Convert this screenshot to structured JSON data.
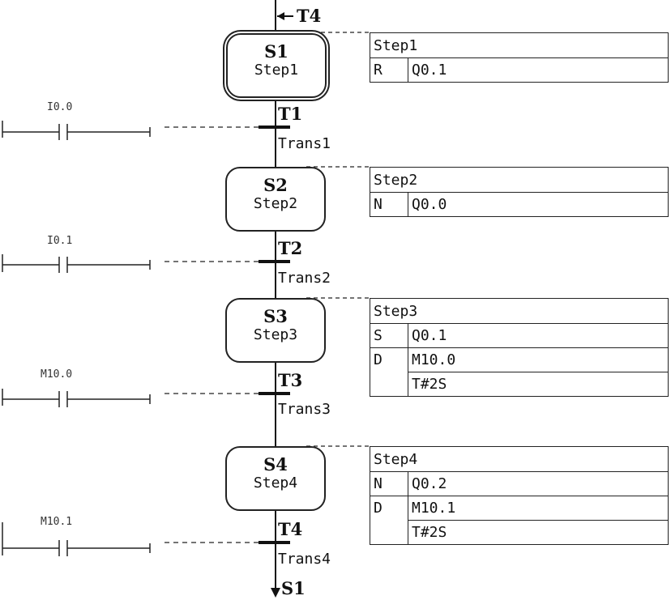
{
  "entry": {
    "label": "T4"
  },
  "exit": {
    "label": "S1"
  },
  "steps": [
    {
      "id": "S1",
      "name": "Step1",
      "initial": true,
      "action_title": "Step1",
      "actions": [
        {
          "qualifier": "R",
          "operands": [
            "Q0.1"
          ]
        }
      ]
    },
    {
      "id": "S2",
      "name": "Step2",
      "initial": false,
      "action_title": "Step2",
      "actions": [
        {
          "qualifier": "N",
          "operands": [
            "Q0.0"
          ]
        }
      ]
    },
    {
      "id": "S3",
      "name": "Step3",
      "initial": false,
      "action_title": "Step3",
      "actions": [
        {
          "qualifier": "S",
          "operands": [
            "Q0.1"
          ]
        },
        {
          "qualifier": "D",
          "operands": [
            "M10.0",
            "T#2S"
          ]
        }
      ]
    },
    {
      "id": "S4",
      "name": "Step4",
      "initial": false,
      "action_title": "Step4",
      "actions": [
        {
          "qualifier": "N",
          "operands": [
            "Q0.2"
          ]
        },
        {
          "qualifier": "D",
          "operands": [
            "M10.1",
            "T#2S"
          ]
        }
      ]
    }
  ],
  "transitions": [
    {
      "id": "T1",
      "name": "Trans1",
      "contact": "I0.0"
    },
    {
      "id": "T2",
      "name": "Trans2",
      "contact": "I0.1"
    },
    {
      "id": "T3",
      "name": "Trans3",
      "contact": "M10.0"
    },
    {
      "id": "T4",
      "name": "Trans4",
      "contact": "M10.1"
    }
  ]
}
